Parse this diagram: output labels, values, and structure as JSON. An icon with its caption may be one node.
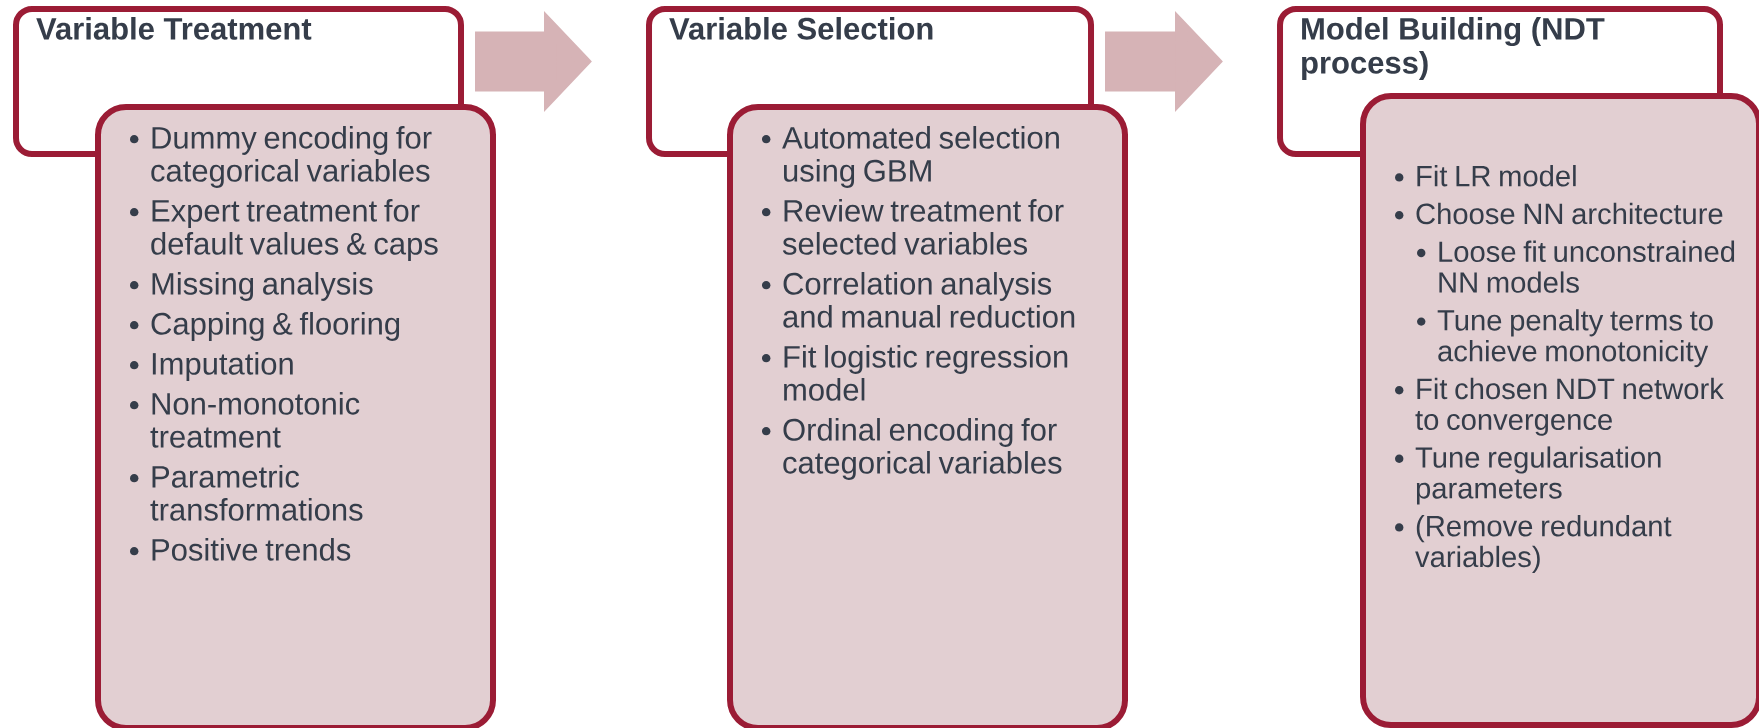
{
  "diagram": {
    "nodes": [
      {
        "text": [
          "Variable Treatment"
        ]
      },
      {
        "text": [
          "Dummy encoding for categorical variables",
          "Expert treatment for default values & caps",
          "Missing analysis",
          "Capping & flooring",
          "Imputation",
          "Non-monotonic treatment",
          "Parametric transformations",
          "Positive trends"
        ]
      },
      {
        "text": [
          "Variable Selection"
        ]
      },
      {
        "text": [
          "Automated selection using GBM",
          "Review treatment for selected variables",
          "Correlation analysis and manual reduction",
          "Fit logistic regression model",
          "Ordinal encoding for categorical variables"
        ]
      },
      {
        "text": [
          "Model Building (NDT process)"
        ]
      },
      {
        "text": [
          "Fit LR model",
          "Choose NN architecture",
          "Loose fit unconstrained NN models",
          "Tune penalty terms to achieve monotonicity",
          "Fit chosen NDT network to convergence",
          "Tune regularisation parameters",
          "(Remove redundant variables)"
        ]
      }
    ],
    "edges": [
      {
        "from": 0,
        "to": 2,
        "arrow": "to"
      },
      {
        "from": 2,
        "to": 4,
        "arrow": "to"
      }
    ]
  }
}
